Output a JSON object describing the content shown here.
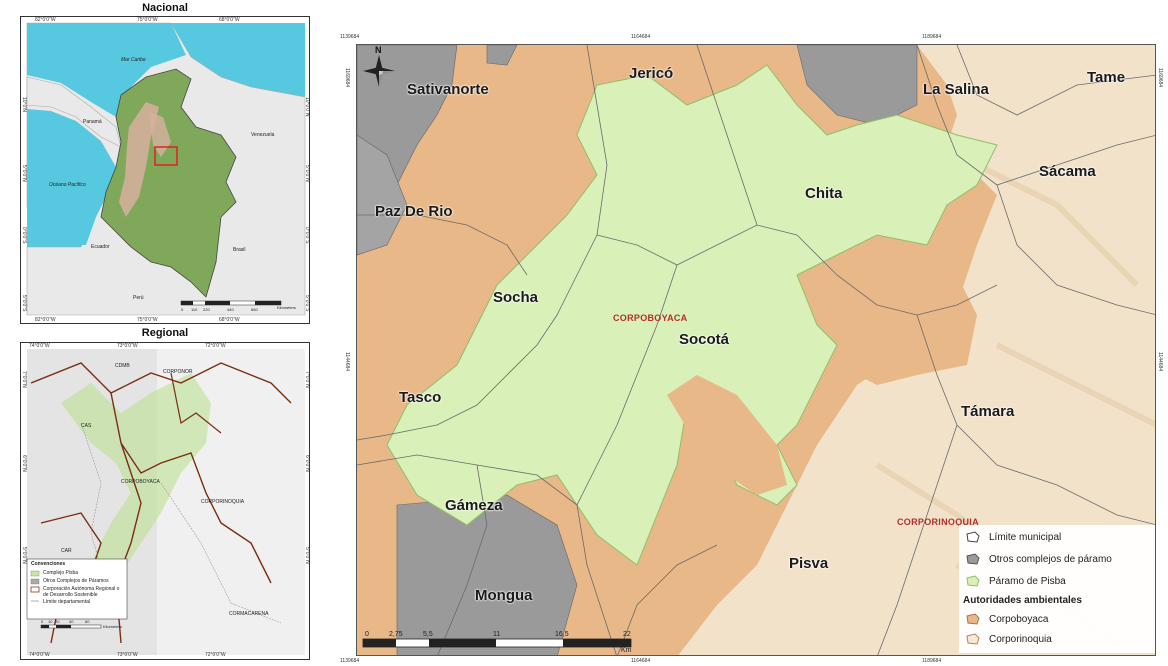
{
  "inset_national": {
    "title": "Nacional",
    "top_coords": [
      "82°0'0\"W",
      "75°0'0\"W",
      "68°0'0\"W"
    ],
    "bottom_coords": [
      "82°0'0\"W",
      "75°0'0\"W",
      "68°0'0\"W"
    ],
    "left_coords": [
      "10°0'N",
      "5°0'0\"N",
      "0°0'0\"S",
      "5°0'0\"S"
    ],
    "right_coords": [
      "10°0'0\"N",
      "5°0'0\"N",
      "0°0'0\"S",
      "5°0'0\"S"
    ],
    "labels": {
      "mar_caribe": "Mar Caribe",
      "panama": "Panamá",
      "venezuela": "Venezuela",
      "oceano": "Océano Pacífico",
      "ecuador": "Ecuador",
      "brasil": "Brasil",
      "peru": "Perú"
    },
    "scale": [
      "0",
      "110",
      "220",
      "440",
      "660"
    ],
    "scale_unit": "Kilometers"
  },
  "inset_regional": {
    "title": "Regional",
    "top_coords": [
      "74°0'0\"W",
      "73°0'0\"W",
      "72°0'0\"W"
    ],
    "bottom_coords": [
      "74°0'0\"W",
      "73°0'0\"W",
      "72°0'0\"W"
    ],
    "left_coords": [
      "7°0'0\"N",
      "6°0'0\"N",
      "5°0'0\"N"
    ],
    "right_coords": [
      "7°0'0\"N",
      "6°0'0\"N",
      "5°0'0\"N"
    ],
    "labels": {
      "cdmb": "CDMB",
      "corponor": "CORPONOR",
      "cas": "CAS",
      "corpoboyaca": "CORPOBOYACA",
      "corporinoquia": "CORPORINOQUIA",
      "car": "CAR",
      "cormacarena": "CORMACARENA"
    },
    "legend_title": "Convenciones",
    "legend_items": [
      {
        "label": "Complejo Pisba",
        "color": "#c8e8a0"
      },
      {
        "label": "Otros Complejos de Páramos",
        "color": "#a9a9a9"
      },
      {
        "label": "Corporación Autónoma Regional o de Desarrollo Sostenible",
        "color": "#8b3a1a"
      },
      {
        "label": "Límite departamental",
        "color": "#cfcfcf"
      }
    ],
    "scale": [
      "0",
      "10",
      "20",
      "40",
      "60"
    ],
    "scale_unit": "Kilometers"
  },
  "main_map": {
    "top_coords": [
      "1139684",
      "1164684",
      "1189684"
    ],
    "bottom_coords": [
      "1139684",
      "1164684",
      "1189684"
    ],
    "left_coords": [
      "1169684",
      "1144684"
    ],
    "right_coords": [
      "1169684",
      "1144684"
    ],
    "north_label": "N",
    "municipalities": [
      {
        "name": "Sativanorte"
      },
      {
        "name": "Jericó"
      },
      {
        "name": "La Salina"
      },
      {
        "name": "Tame"
      },
      {
        "name": "Sácama"
      },
      {
        "name": "Chita"
      },
      {
        "name": "Paz De Rio"
      },
      {
        "name": "Socha"
      },
      {
        "name": "Socotá"
      },
      {
        "name": "Tasco"
      },
      {
        "name": "Támara"
      },
      {
        "name": "Gámeza"
      },
      {
        "name": "Pisva"
      },
      {
        "name": "Mongua"
      }
    ],
    "authorities": {
      "corpoboyaca": "CORPOBOYACA",
      "corporinoquia": "CORPORINOQUIA"
    },
    "legend": {
      "items": [
        {
          "label": "Límite municipal",
          "fill": "#ffffff",
          "stroke": "#444444"
        },
        {
          "label": "Otros complejos de páramo",
          "fill": "#9a9a9a",
          "stroke": "#555555"
        },
        {
          "label": "Páramo de Pisba",
          "fill": "#d9f0b8",
          "stroke": "#8fbf6a"
        }
      ],
      "section_title": "Autoridades ambientales",
      "authorities": [
        {
          "label": "Corpoboyaca",
          "fill": "#e8b888",
          "stroke": "#b07040"
        },
        {
          "label": "Corporinoquia",
          "fill": "#f6e8d6",
          "stroke": "#c08050"
        }
      ]
    },
    "scale": {
      "ticks": [
        "0",
        "2,75",
        "5,5",
        "11",
        "16,5",
        "22"
      ],
      "unit": "Km"
    }
  }
}
